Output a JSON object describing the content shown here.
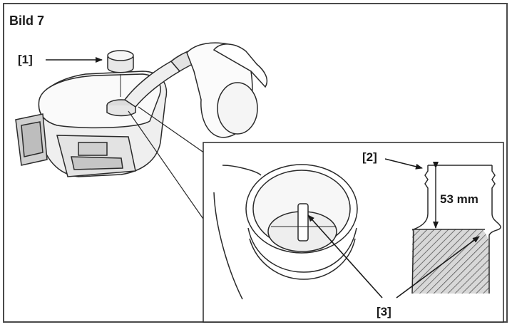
{
  "figure": {
    "title": "Bild 7",
    "callouts": {
      "c1": "[1]",
      "c2": "[2]",
      "c3": "[3]"
    },
    "dimension_label": "53 mm"
  }
}
